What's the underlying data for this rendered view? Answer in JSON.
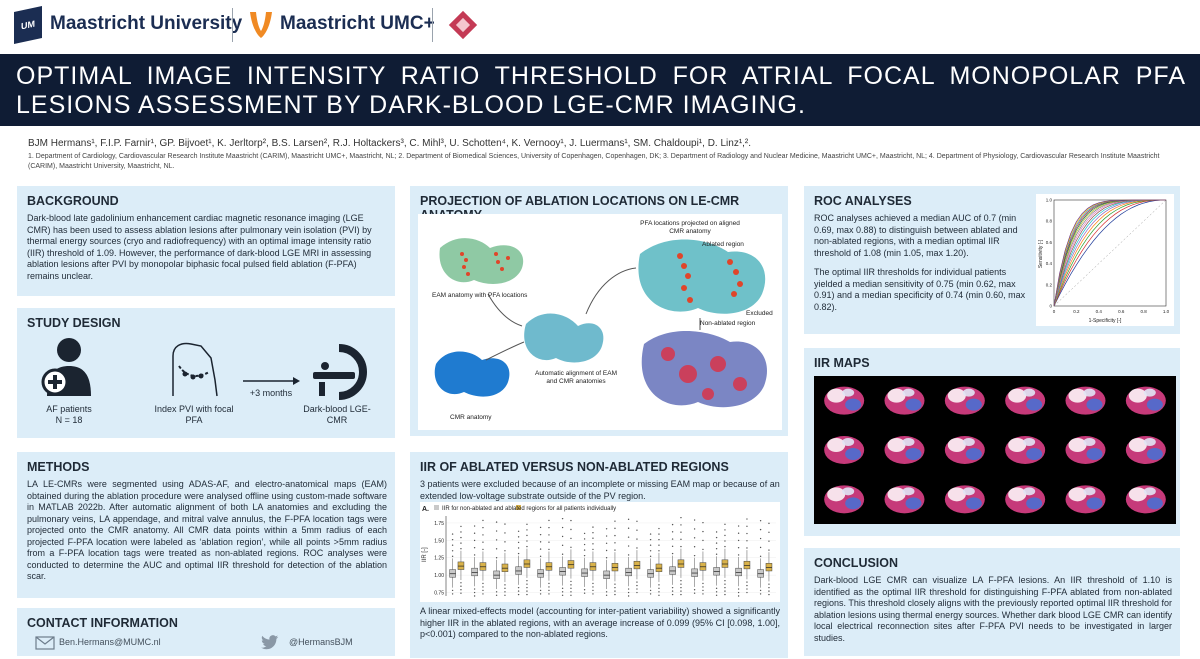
{
  "header": {
    "um_mark": "UM",
    "university": "Maastricht University",
    "umc": "Maastricht UMC+"
  },
  "title": "OPTIMAL IMAGE INTENSITY RATIO THRESHOLD FOR ATRIAL FOCAL MONOPOLAR PFA LESIONS ASSESSMENT BY DARK-BLOOD LGE-CMR IMAGING.",
  "authors": "BJM Hermans¹, F.I.P. Farnir¹, GP. Bijvoet¹, K. Jerltorp², B.S. Larsen², R.J. Holtackers³, C. Mihl³, U. Schotten⁴, K. Vernooy¹, J. Luermans¹, SM. Chaldoupi¹, D. Linz¹,².",
  "affiliations": "1. Department of Cardiology, Cardiovascular Research Institute Maastricht (CARIM), Maastricht UMC+, Maastricht, NL; 2. Department of Biomedical Sciences, University of Copenhagen, Copenhagen, DK; 3. Department of Radiology and Nuclear Medicine, Maastricht UMC+, Maastricht, NL; 4. Department of Physiology, Cardiovascular Research Institute Maastricht (CARIM), Maastricht University, Maastricht, NL.",
  "background": {
    "title": "BACKGROUND",
    "text": "Dark-blood late gadolinium enhancement cardiac magnetic resonance imaging (LGE CMR) has been used to assess ablation lesions after pulmonary vein isolation (PVI) by thermal energy sources (cryo and radiofrequency) with an optimal image intensity ratio (IIR) threshold of 1.09. However, the performance of dark-blood LGE MRI in assessing ablation lesions after PVI by monopolar biphasic focal pulsed field ablation (F-PFA) remains unclear."
  },
  "study_design": {
    "title": "STUDY DESIGN",
    "patients_label": "AF patients",
    "patients_n": "N = 18",
    "pvi_label": "Index PVI with focal PFA",
    "arrow_label": "+3 months",
    "cmr_label": "Dark-blood LGE-CMR"
  },
  "methods": {
    "title": "METHODS",
    "text": "LA LE-CMRs were segmented using ADAS-AF, and electro-anatomical maps (EAM) obtained during the ablation procedure were analysed offline using custom-made software in MATLAB 2022b. After automatic alignment of both LA anatomies and excluding the pulmonary veins, LA appendage, and mitral valve annulus, the F-PFA location tags were projected onto the CMR anatomy. All CMR data points within a 5mm radius of each projected F-PFA location were labeled as ‘ablation region’, while all points >5mm radius from a F-PFA location tags were treated as non-ablated regions. ROC analyses were conducted to determine the AUC and optimal IIR threshold for detection of the ablation scar."
  },
  "contact": {
    "title": "CONTACT INFORMATION",
    "email": "Ben.Hermans@MUMC.nl",
    "twitter": "@HermansBJM"
  },
  "projection": {
    "title": "PROJECTION OF ABLATION LOCATIONS ON LE-CMR ANATOMY",
    "eam_label": "EAM anatomy with PFA locations",
    "cmr_label": "CMR anatomy",
    "align_label": "Automatic alignment of EAM and CMR anatomies",
    "projected_label": "PFA locations projected on aligned CMR anatomy",
    "ablated_label": "Ablated region",
    "excluded_label": "Excluded",
    "nonablated_label": "Non-ablated region"
  },
  "iir": {
    "title": "IIR OF ABLATED VERSUS NON-ABLATED REGIONS",
    "intro": "3 patients were excluded because of an incomplete or missing EAM map or because of an extended low-voltage substrate outside of the PV region.",
    "result": "A linear mixed-effects model (accounting for inter-patient variability) showed a significantly higher IIR in the ablated regions, with an average increase of 0.099 (95% CI [0.098, 1.00], p<0.001) compared to the non-ablated regions."
  },
  "roc": {
    "title": "ROC ANALYSES",
    "text1": "ROC analyses achieved a median AUC of 0.7 (min 0.69, max 0.88) to distinguish between ablated and non-ablated regions, with a median optimal IIR threshold of 1.08 (min 1.05, max 1.20).",
    "text2": "The optimal IIR thresholds for individual patients yielded a median sensitivity of 0.75 (min 0.62, max 0.91) and a median specificity of 0.74 (min 0.60, max 0.82)."
  },
  "iir_maps": {
    "title": "IIR MAPS"
  },
  "conclusion": {
    "title": "CONCLUSION",
    "text": "Dark-blood LGE CMR can visualize LA F-PFA lesions. An IIR threshold of 1.10 is identified as the optimal IIR threshold for distinguishing F-PFA ablated from non-ablated regions. This threshold closely aligns with the previously reported optimal IIR threshold for ablation lesions using thermal energy sources. Whether dark blood LGE CMR can identify local electrical reconnection sites after F-PFA PVI needs to be investigated in larger studies."
  },
  "chart_data": [
    {
      "type": "box",
      "panel_label": "A.",
      "title": "IIR for non-ablated and ablated regions for all patients individually",
      "legend": [
        "non-ablated",
        "ablated"
      ],
      "ylabel": "IIR [-]",
      "yticks": [
        "0.75",
        "1.00",
        "1.25",
        "1.50",
        "1.75"
      ],
      "ylim": [
        0.7,
        1.85
      ],
      "colors": {
        "non-ablated": "#c9c9c9",
        "ablated": "#d9b24a"
      },
      "groups": 15,
      "medians": {
        "non-ablated": [
          1.02,
          1.04,
          1.0,
          1.06,
          1.02,
          1.05,
          1.03,
          1.0,
          1.04,
          1.02,
          1.06,
          1.03,
          1.05,
          1.04,
          1.02
        ],
        "ablated": [
          1.13,
          1.12,
          1.1,
          1.16,
          1.12,
          1.15,
          1.12,
          1.11,
          1.14,
          1.1,
          1.16,
          1.12,
          1.16,
          1.14,
          1.11
        ]
      }
    },
    {
      "type": "line",
      "title": "",
      "xlabel": "1-Specificity [-]",
      "ylabel": "Sensitivity [-]",
      "xlim": [
        0,
        1
      ],
      "ylim": [
        0,
        1
      ],
      "xticks": [
        "0",
        "0.2",
        "0.4",
        "0.6",
        "0.8",
        "1.0"
      ],
      "yticks": [
        "0",
        "0.2",
        "0.4",
        "0.6",
        "0.8",
        "1.0"
      ],
      "series_count": 15
    }
  ]
}
